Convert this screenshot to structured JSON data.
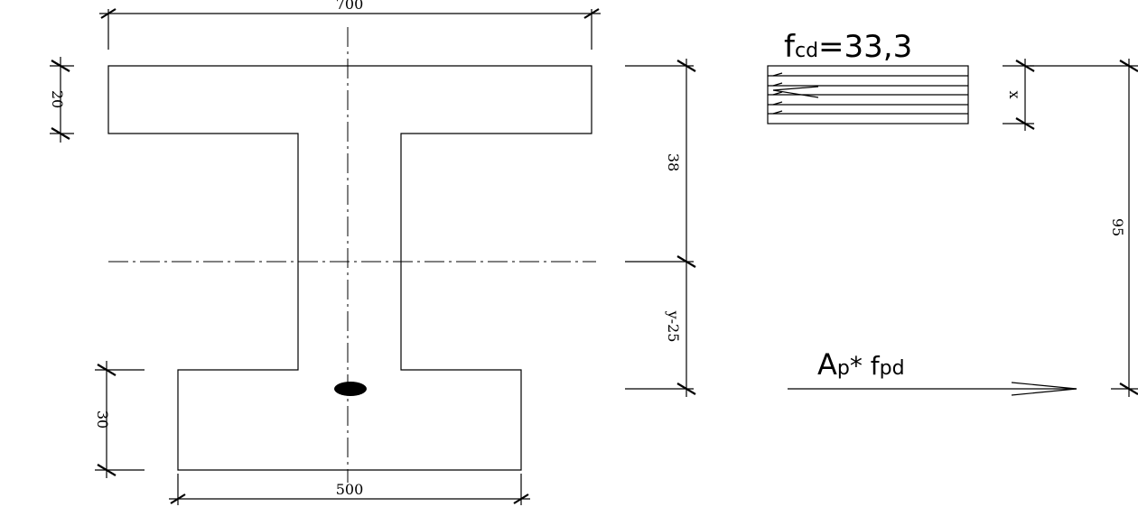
{
  "dimensions": {
    "top_width": "700",
    "bottom_width": "500",
    "top_flange_height": "20",
    "bottom_flange_height": "30",
    "upper_to_centroid": "38",
    "centroid_to_tendon": "y-25",
    "compression_depth": "x",
    "effective_depth": "95"
  },
  "labels": {
    "concrete_stress_main": "f",
    "concrete_stress_sub": "cd",
    "concrete_stress_value": "=33,3",
    "tendon_force_a": "A",
    "tendon_force_a_sub": "p",
    "tendon_force_mid": "* f",
    "tendon_force_f_sub": "pd"
  }
}
